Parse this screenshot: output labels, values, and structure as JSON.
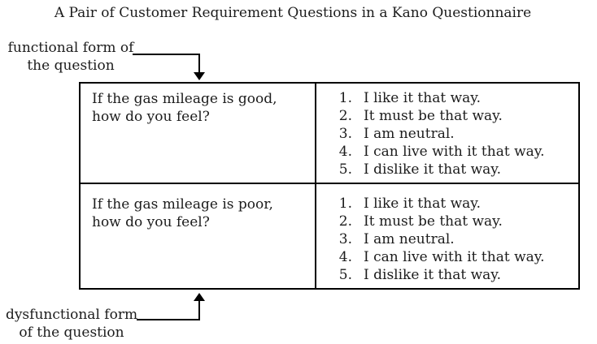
{
  "title": "A Pair of Customer Requirement Questions in a Kano Questionnaire",
  "labels": {
    "functional": {
      "line1": "functional form of",
      "line2": "the question"
    },
    "dysfunctional": {
      "line1": "dysfunctional form",
      "line2": "of the question"
    }
  },
  "table": {
    "rows": [
      {
        "form": "functional",
        "question_line1": "If the gas mileage is good,",
        "question_line2": "how do you feel?",
        "options": [
          {
            "num": "1.",
            "text": "I like it that way."
          },
          {
            "num": "2.",
            "text": "It must be that way."
          },
          {
            "num": "3.",
            "text": "I am neutral."
          },
          {
            "num": "4.",
            "text": "I can live with it that way."
          },
          {
            "num": "5.",
            "text": "I dislike it that way."
          }
        ]
      },
      {
        "form": "dysfunctional",
        "question_line1": "If the gas mileage is poor,",
        "question_line2": "how do you feel?",
        "options": [
          {
            "num": "1.",
            "text": "I like it that way."
          },
          {
            "num": "2.",
            "text": "It must be that way."
          },
          {
            "num": "3.",
            "text": "I am neutral."
          },
          {
            "num": "4.",
            "text": "I can live with it that way."
          },
          {
            "num": "5.",
            "text": "I dislike it that way."
          }
        ]
      }
    ]
  },
  "colors": {
    "background": "#ffffff",
    "text": "#1c1c1c",
    "line": "#000000"
  }
}
